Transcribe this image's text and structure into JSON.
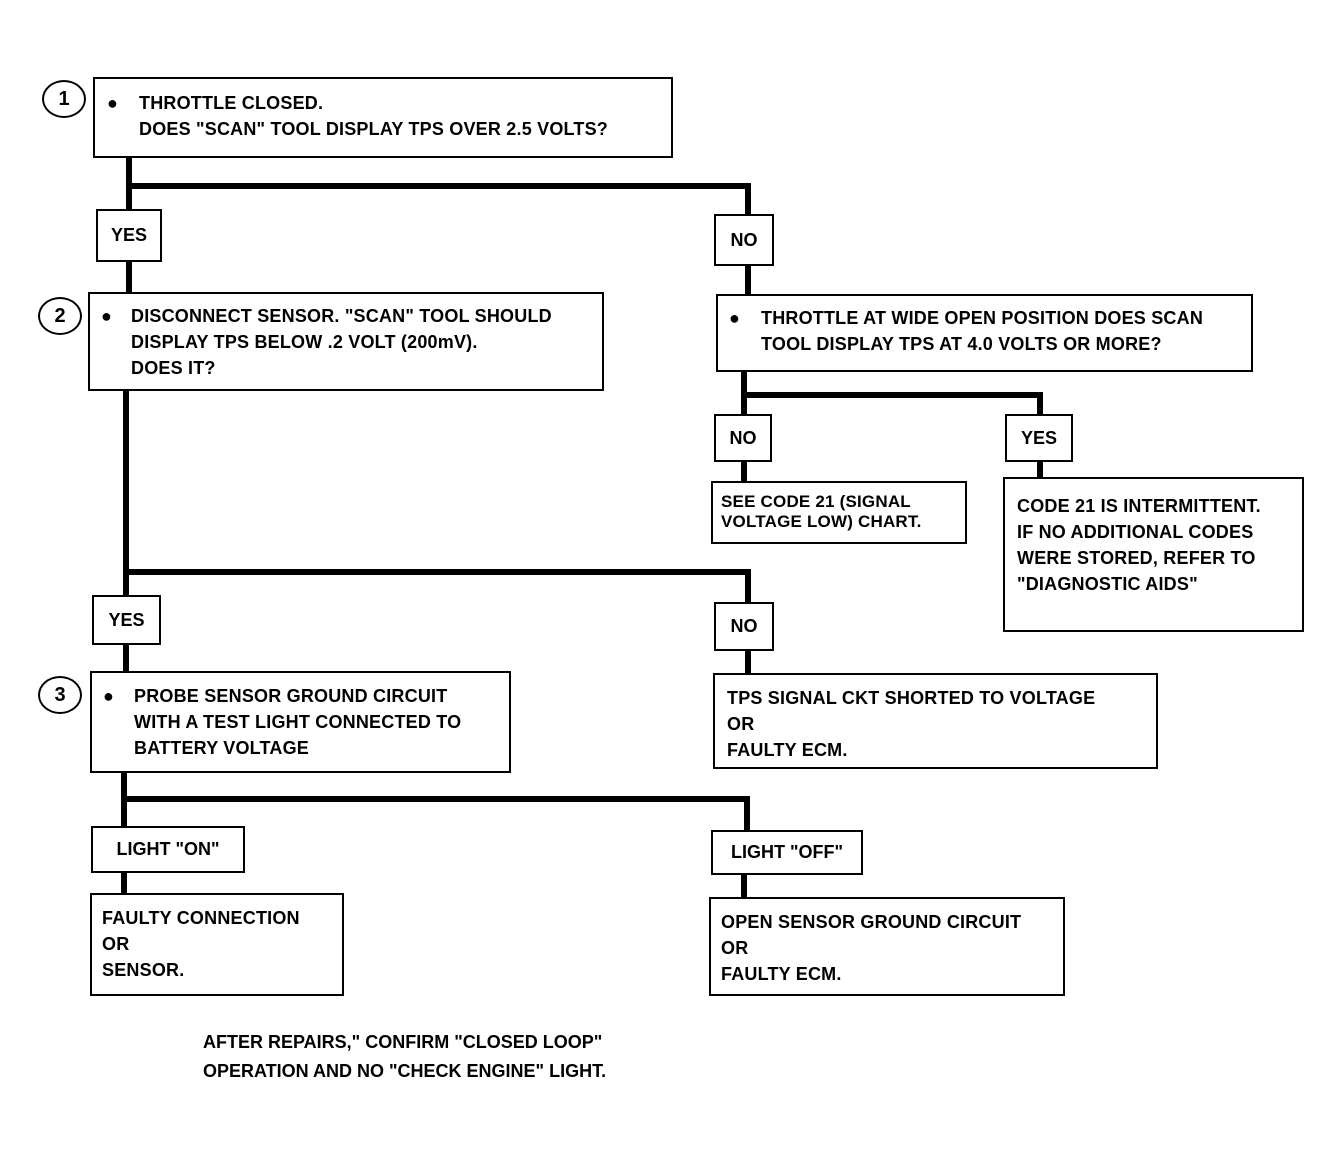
{
  "step1": {
    "number": "1",
    "bullet": "●",
    "text": "THROTTLE CLOSED.\nDOES \"SCAN\" TOOL DISPLAY TPS OVER 2.5 VOLTS?"
  },
  "step1_branches": {
    "yes": "YES",
    "no": "NO"
  },
  "step2": {
    "number": "2",
    "bullet": "●",
    "text": "DISCONNECT SENSOR. \"SCAN\" TOOL SHOULD\nDISPLAY TPS BELOW .2 VOLT (200mV).\nDOES IT?"
  },
  "wide_open": {
    "bullet": "●",
    "text": "THROTTLE AT WIDE OPEN POSITION DOES SCAN\nTOOL DISPLAY TPS AT 4.0 VOLTS OR MORE?"
  },
  "wide_open_branches": {
    "no": "NO",
    "yes": "YES"
  },
  "code21_chart": {
    "text": "SEE CODE 21 (SIGNAL\nVOLTAGE LOW) CHART."
  },
  "code21_intermittent": {
    "text": "CODE 21 IS INTERMITTENT.\nIF NO ADDITIONAL CODES\nWERE STORED, REFER TO\n\"DIAGNOSTIC AIDS\""
  },
  "step2_branches": {
    "yes": "YES",
    "no": "NO"
  },
  "step3": {
    "number": "3",
    "bullet": "●",
    "text": "PROBE SENSOR GROUND CIRCUIT\nWITH A TEST LIGHT CONNECTED TO\nBATTERY VOLTAGE"
  },
  "tps_shorted": {
    "text": "TPS SIGNAL CKT SHORTED TO VOLTAGE\nOR\nFAULTY ECM."
  },
  "step3_branches": {
    "on": "LIGHT \"ON\"",
    "off": "LIGHT \"OFF\""
  },
  "faulty_connection": {
    "text": "FAULTY CONNECTION\nOR\nSENSOR."
  },
  "open_ground": {
    "text": "OPEN SENSOR GROUND CIRCUIT\nOR\nFAULTY ECM."
  },
  "footer": {
    "text": "AFTER REPAIRS,\" CONFIRM \"CLOSED LOOP\"\nOPERATION AND NO \"CHECK ENGINE\" LIGHT."
  }
}
